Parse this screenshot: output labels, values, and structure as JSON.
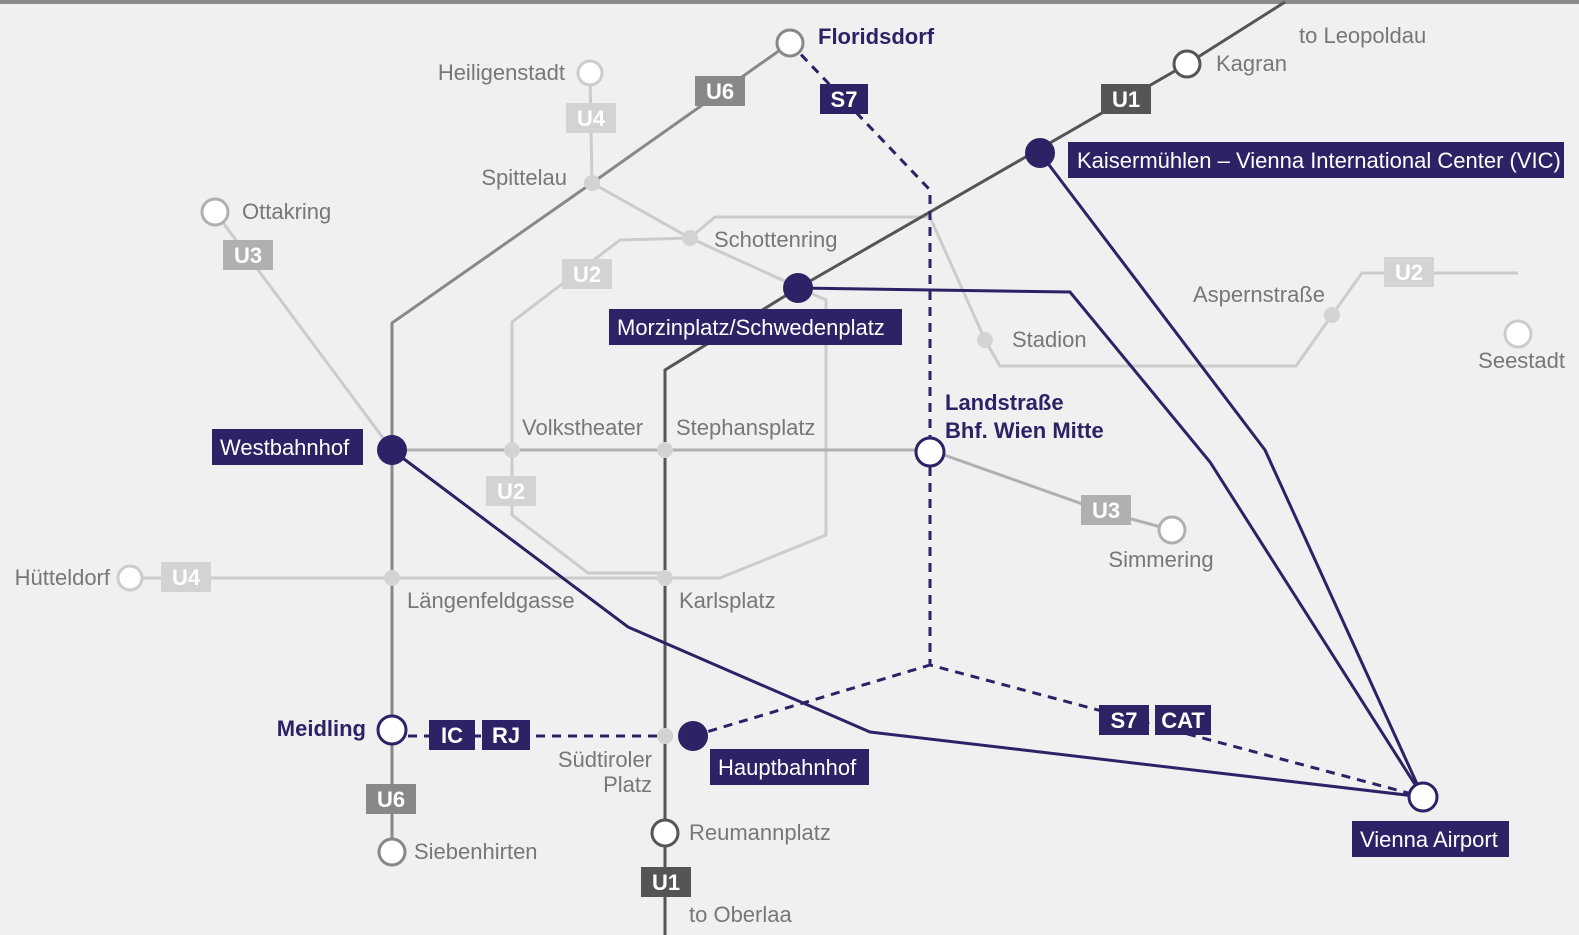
{
  "colors": {
    "background": "#f0f0f0",
    "line_dark": "#555555",
    "line_mid": "#888888",
    "line_light": "#cccccc",
    "route_navy": "#2b2366",
    "station_label": "#777777"
  },
  "lines": {
    "u1_top": "U1",
    "u1_bottom": "U1",
    "u6_top": "U6",
    "u6_bottom": "U6",
    "u4_top": "U4",
    "u4_left": "U4",
    "u3_left": "U3",
    "u3_right": "U3",
    "u2_left": "U2",
    "u2_middle": "U2",
    "u2_right": "U2",
    "s7_top": "S7",
    "s7_bottom": "S7",
    "cat": "CAT",
    "ic": "IC",
    "rj": "RJ"
  },
  "stations": {
    "floridsdorf": "Floridsdorf",
    "heiligenstadt": "Heiligenstadt",
    "kagran": "Kagran",
    "to_leopoldau": "to Leopoldau",
    "spittelau": "Spittelau",
    "ottakring": "Ottakring",
    "schottenring": "Schottenring",
    "aspernstrasse": "Aspernstraße",
    "seestadt": "Seestadt",
    "stadion": "Stadion",
    "volkstheater": "Volkstheater",
    "stephansplatz": "Stephansplatz",
    "landstrasse_1": "Landstraße",
    "landstrasse_2": "Bhf. Wien Mitte",
    "simmering": "Simmering",
    "huetteldorf": "Hütteldorf",
    "laengenfeldgasse": "Längenfeldgasse",
    "karlsplatz": "Karlsplatz",
    "meidling": "Meidling",
    "suedtiroler_1": "Südtiroler",
    "suedtiroler_2": "Platz",
    "reumannplatz": "Reumannplatz",
    "siebenhirten": "Siebenhirten",
    "to_oberlaa": "to Oberlaa"
  },
  "highlighted": {
    "vic": "Kaisermühlen – Vienna International Center (VIC)",
    "schwedenplatz": "Morzinplatz/Schwedenplatz",
    "westbahnhof": "Westbahnhof",
    "hauptbahnhof": "Hauptbahnhof",
    "airport": "Vienna Airport"
  }
}
